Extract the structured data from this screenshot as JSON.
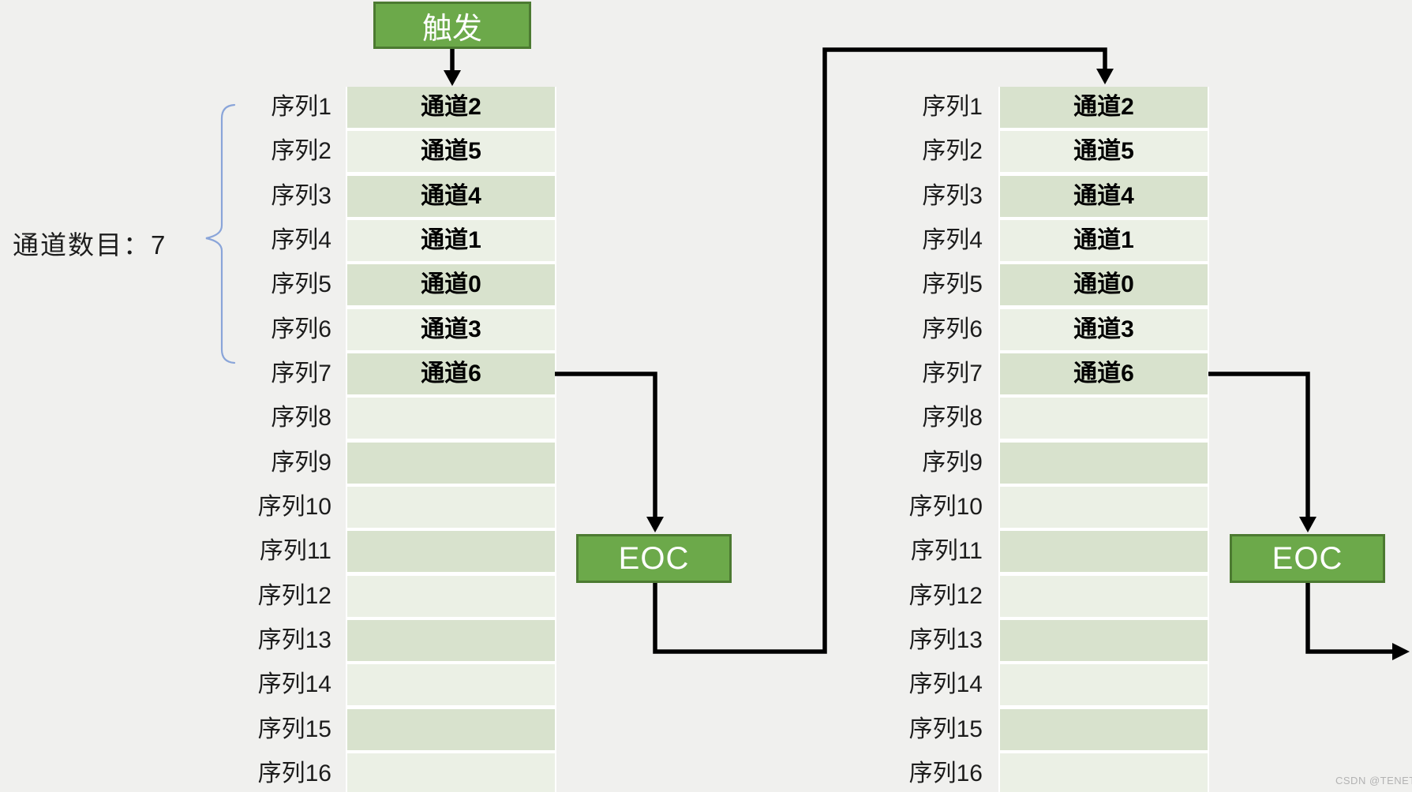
{
  "colors": {
    "bg": "#f0f0ee",
    "row-dark": "#d8e2cd",
    "row-light": "#ebf0e5",
    "box-green": "#6ca94a",
    "box-border": "#4c7a31",
    "brace": "#8aa5d9",
    "ink": "#1c1c1c",
    "watermark": "#b3b3b3",
    "line": "#000000"
  },
  "trigger": {
    "label": "触发"
  },
  "left_caption": {
    "label": "通道数目：7",
    "bracketed_rows": "序列1-序列7"
  },
  "eoc_boxes": [
    {
      "label": "EOC"
    },
    {
      "label": "EOC"
    }
  ],
  "tables": [
    {
      "name": "first-conversion-sequence",
      "rows": [
        {
          "label": "序列1",
          "value": "通道2"
        },
        {
          "label": "序列2",
          "value": "通道5"
        },
        {
          "label": "序列3",
          "value": "通道4"
        },
        {
          "label": "序列4",
          "value": "通道1"
        },
        {
          "label": "序列5",
          "value": "通道0"
        },
        {
          "label": "序列6",
          "value": "通道3"
        },
        {
          "label": "序列7",
          "value": "通道6"
        },
        {
          "label": "序列8",
          "value": ""
        },
        {
          "label": "序列9",
          "value": ""
        },
        {
          "label": "序列10",
          "value": ""
        },
        {
          "label": "序列11",
          "value": ""
        },
        {
          "label": "序列12",
          "value": ""
        },
        {
          "label": "序列13",
          "value": ""
        },
        {
          "label": "序列14",
          "value": ""
        },
        {
          "label": "序列15",
          "value": ""
        },
        {
          "label": "序列16",
          "value": ""
        }
      ]
    },
    {
      "name": "second-conversion-sequence",
      "rows": [
        {
          "label": "序列1",
          "value": "通道2"
        },
        {
          "label": "序列2",
          "value": "通道5"
        },
        {
          "label": "序列3",
          "value": "通道4"
        },
        {
          "label": "序列4",
          "value": "通道1"
        },
        {
          "label": "序列5",
          "value": "通道0"
        },
        {
          "label": "序列6",
          "value": "通道3"
        },
        {
          "label": "序列7",
          "value": "通道6"
        },
        {
          "label": "序列8",
          "value": ""
        },
        {
          "label": "序列9",
          "value": ""
        },
        {
          "label": "序列10",
          "value": ""
        },
        {
          "label": "序列11",
          "value": ""
        },
        {
          "label": "序列12",
          "value": ""
        },
        {
          "label": "序列13",
          "value": ""
        },
        {
          "label": "序列14",
          "value": ""
        },
        {
          "label": "序列15",
          "value": ""
        },
        {
          "label": "序列16",
          "value": ""
        }
      ]
    }
  ],
  "flow": [
    "触发 → 序列1(通道2) of first table",
    "序列7(通道6) of first table → EOC",
    "EOC → 序列1(通道2) of second table",
    "序列7(通道6) of second table → EOC",
    "EOC → continues right"
  ],
  "watermark": {
    "label": "CSDN @TENET-"
  }
}
